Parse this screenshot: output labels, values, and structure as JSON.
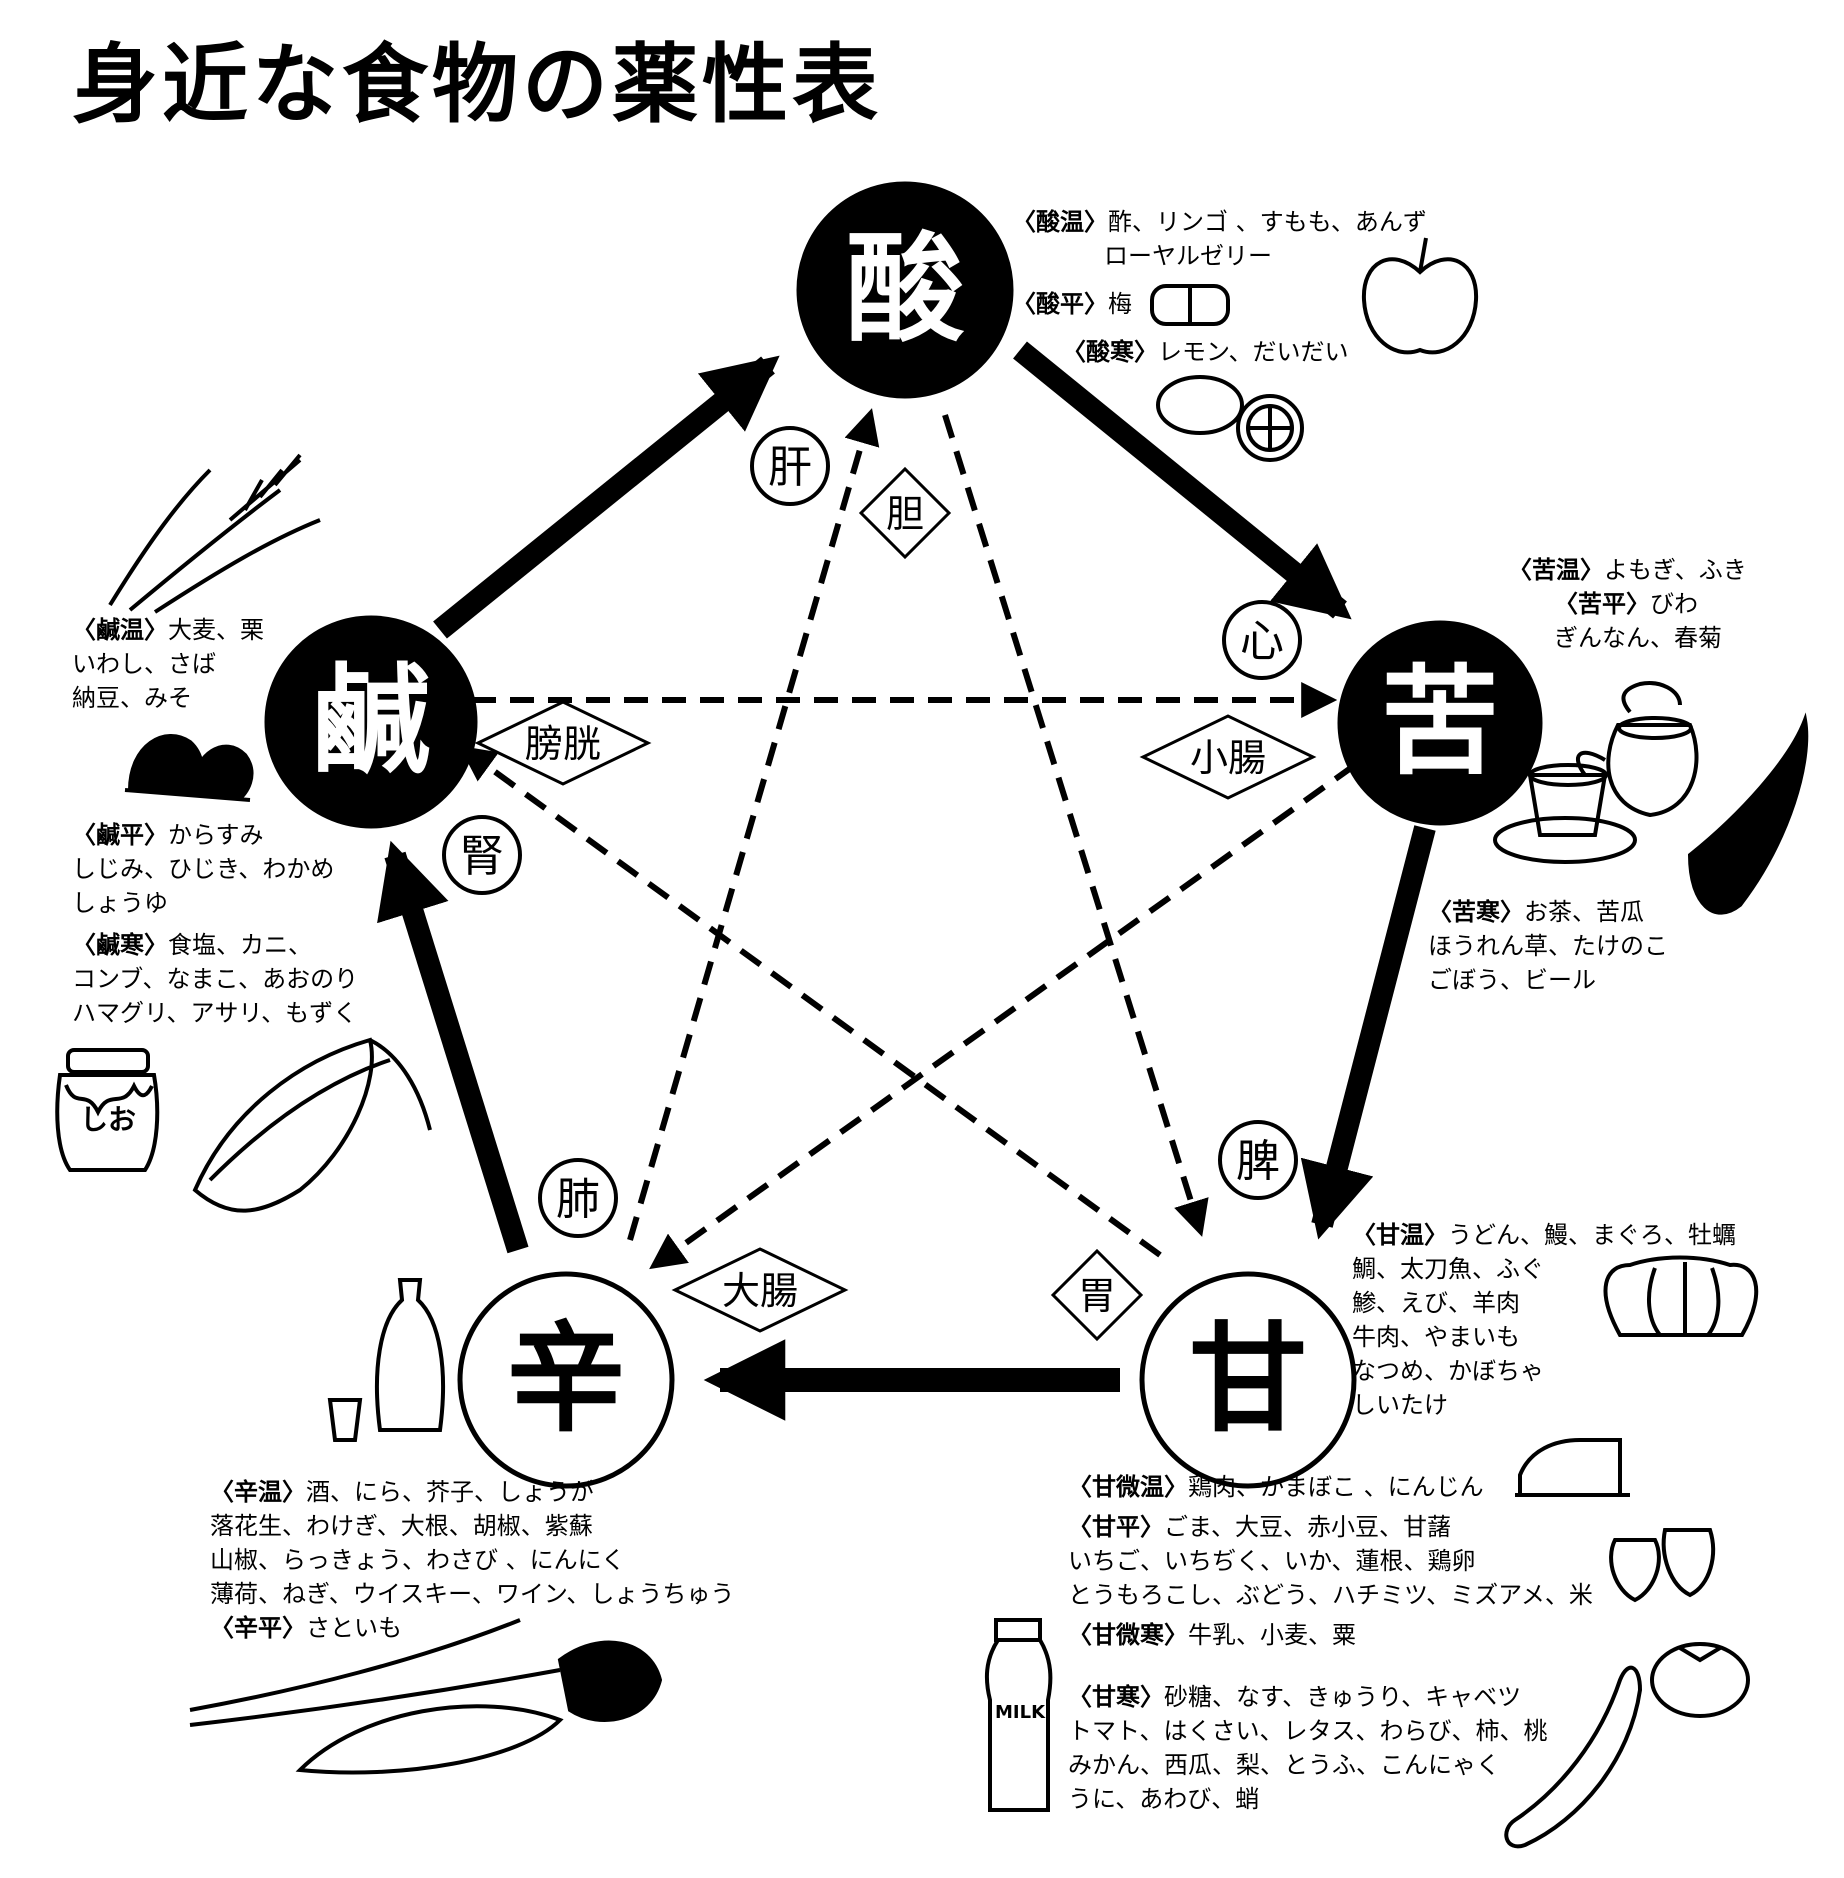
{
  "title": "身近な食物の薬性表",
  "elements": [
    {
      "key": "sour",
      "glyph": "酸",
      "filled": true
    },
    {
      "key": "bitter",
      "glyph": "苦",
      "filled": true
    },
    {
      "key": "sweet",
      "glyph": "甘",
      "filled": false
    },
    {
      "key": "pungent",
      "glyph": "辛",
      "filled": false
    },
    {
      "key": "salty",
      "glyph": "鹹",
      "filled": true
    }
  ],
  "zang_organs": [
    {
      "key": "liver",
      "label": "肝"
    },
    {
      "key": "heart",
      "label": "心"
    },
    {
      "key": "spleen",
      "label": "脾"
    },
    {
      "key": "lung",
      "label": "肺"
    },
    {
      "key": "kidney",
      "label": "腎"
    }
  ],
  "fu_organs": [
    {
      "key": "gallbladder",
      "label": "胆"
    },
    {
      "key": "small_intestine",
      "label": "小腸"
    },
    {
      "key": "stomach",
      "label": "胃"
    },
    {
      "key": "large_intestine",
      "label": "大腸"
    },
    {
      "key": "bladder",
      "label": "膀胱"
    }
  ],
  "food_groups": {
    "sour": [
      {
        "category": "〈酸温〉",
        "lines": [
          "酢、リンゴ 、すもも、あんず",
          "ローヤルゼリー"
        ]
      },
      {
        "category": "〈酸平〉",
        "lines": [
          "梅"
        ]
      },
      {
        "category": "〈酸寒〉",
        "lines": [
          "レモン、だいだい"
        ]
      }
    ],
    "bitter": [
      {
        "category": "〈苦温〉",
        "lines": [
          "よもぎ、ふき"
        ]
      },
      {
        "category": "〈苦平〉",
        "lines": [
          "びわ",
          "ぎんなん、春菊"
        ]
      },
      {
        "category": "〈苦寒〉",
        "lines": [
          "お茶、苦瓜",
          "ほうれん草、たけのこ",
          "ごぼう、ビール"
        ]
      }
    ],
    "salty": [
      {
        "category": "〈鹹温〉",
        "lines": [
          "大麦、栗",
          "いわし、さば",
          "納豆、みそ"
        ]
      },
      {
        "category": "〈鹹平〉",
        "lines": [
          "からすみ",
          "しじみ、ひじき、わかめ",
          "しょうゆ"
        ]
      },
      {
        "category": "〈鹹寒〉",
        "lines": [
          "食塩、カニ、",
          "コンブ、なまこ、あおのり",
          "ハマグリ、アサリ、もずく"
        ]
      }
    ],
    "sweet": [
      {
        "category": "〈甘温〉",
        "lines": [
          "うどん、鰻、まぐろ、牡蠣",
          "鯛、太刀魚、ふぐ",
          "鯵、えび、羊肉",
          "牛肉、やまいも",
          "なつめ、かぼちゃ",
          "しいたけ"
        ]
      },
      {
        "category": "〈甘微温〉",
        "lines": [
          "鶏肉、かまぼこ 、にんじん"
        ]
      },
      {
        "category": "〈甘平〉",
        "lines": [
          "ごま、大豆、赤小豆、甘藷",
          "いちご、いちぢく、いか、蓮根、鶏卵",
          "とうもろこし、ぶどう、ハチミツ、ミズアメ、米"
        ]
      },
      {
        "category": "〈甘微寒〉",
        "lines": [
          "牛乳、小麦、粟"
        ]
      },
      {
        "category": "〈甘寒〉",
        "lines": [
          "砂糖、なす、きゅうり、キャベツ",
          "トマト、はくさい、レタス、わらび、柿、桃",
          "みかん、西瓜、梨、とうふ、こんにゃく",
          "うに、あわび、蛸"
        ]
      }
    ],
    "pungent": [
      {
        "category": "〈辛温〉",
        "lines": [
          "酒、にら、芥子、しょうが",
          "落花生、わけぎ、大根、胡椒、紫蘇",
          "山椒、らっきょう、わさび 、にんにく",
          "薄荷、ねぎ、ウイスキー、ワイン、しょうちゅう"
        ]
      },
      {
        "category": "〈辛平〉",
        "lines": [
          "さといも"
        ]
      }
    ]
  },
  "illustration_text": {
    "salt_jar": "しお",
    "milk_bottle": "MILK"
  },
  "colors": {
    "ink": "#000000",
    "paper": "#ffffff"
  }
}
